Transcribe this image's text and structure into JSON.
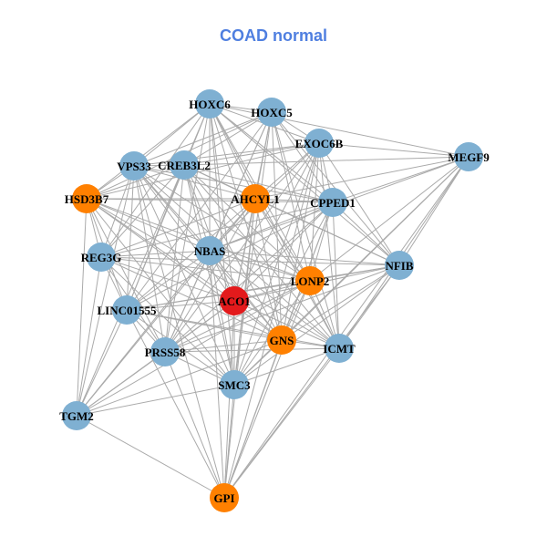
{
  "title": "COAD normal",
  "colors": {
    "title": "#4f7fe0",
    "edge": "#aaaaaa",
    "default_node": "#7fb0d2",
    "highlight_node": "#ff8000",
    "focus_node": "#e31a1c"
  },
  "nodes": [
    {
      "id": "HOXC6",
      "label": "HOXC6",
      "color": "#7fb0d2"
    },
    {
      "id": "HOXC5",
      "label": "HOXC5",
      "color": "#7fb0d2"
    },
    {
      "id": "EXOC6B",
      "label": "EXOC6B",
      "color": "#7fb0d2"
    },
    {
      "id": "MEGF9",
      "label": "MEGF9",
      "color": "#7fb0d2"
    },
    {
      "id": "VPS33",
      "label": "VPS33",
      "color": "#7fb0d2"
    },
    {
      "id": "CREB3L2",
      "label": "CREB3L2",
      "color": "#7fb0d2"
    },
    {
      "id": "HSD3B7",
      "label": "HSD3B7",
      "color": "#ff8000"
    },
    {
      "id": "AHCYL1",
      "label": "AHCYL1",
      "color": "#ff8000"
    },
    {
      "id": "CPPED1",
      "label": "CPPED1",
      "color": "#7fb0d2"
    },
    {
      "id": "REG3G",
      "label": "REG3G",
      "color": "#7fb0d2"
    },
    {
      "id": "NBAS",
      "label": "NBAS",
      "color": "#7fb0d2"
    },
    {
      "id": "NFIB",
      "label": "NFIB",
      "color": "#7fb0d2"
    },
    {
      "id": "LONP2",
      "label": "LONP2",
      "color": "#ff8000"
    },
    {
      "id": "ACO1",
      "label": "ACO1",
      "color": "#e31a1c"
    },
    {
      "id": "LINC01555",
      "label": "LINC01555",
      "color": "#7fb0d2"
    },
    {
      "id": "GNS",
      "label": "GNS",
      "color": "#ff8000"
    },
    {
      "id": "ICMT",
      "label": "ICMT",
      "color": "#7fb0d2"
    },
    {
      "id": "PRSS58",
      "label": "PRSS58",
      "color": "#7fb0d2"
    },
    {
      "id": "SMC3",
      "label": "SMC3",
      "color": "#7fb0d2"
    },
    {
      "id": "TGM2",
      "label": "TGM2",
      "color": "#7fb0d2"
    },
    {
      "id": "GPI",
      "label": "GPI",
      "color": "#ff8000"
    }
  ],
  "edges": [
    [
      "HOXC6",
      "HOXC5"
    ],
    [
      "HOXC6",
      "EXOC6B"
    ],
    [
      "HOXC6",
      "MEGF9"
    ],
    [
      "HOXC6",
      "VPS33"
    ],
    [
      "HOXC6",
      "CREB3L2"
    ],
    [
      "HOXC6",
      "HSD3B7"
    ],
    [
      "HOXC6",
      "AHCYL1"
    ],
    [
      "HOXC6",
      "CPPED1"
    ],
    [
      "HOXC6",
      "REG3G"
    ],
    [
      "HOXC6",
      "NBAS"
    ],
    [
      "HOXC6",
      "NFIB"
    ],
    [
      "HOXC6",
      "LONP2"
    ],
    [
      "HOXC6",
      "ACO1"
    ],
    [
      "HOXC6",
      "LINC01555"
    ],
    [
      "HOXC6",
      "GNS"
    ],
    [
      "HOXC6",
      "ICMT"
    ],
    [
      "HOXC6",
      "PRSS58"
    ],
    [
      "HOXC6",
      "SMC3"
    ],
    [
      "HOXC5",
      "EXOC6B"
    ],
    [
      "HOXC5",
      "VPS33"
    ],
    [
      "HOXC5",
      "CREB3L2"
    ],
    [
      "HOXC5",
      "HSD3B7"
    ],
    [
      "HOXC5",
      "AHCYL1"
    ],
    [
      "HOXC5",
      "CPPED1"
    ],
    [
      "HOXC5",
      "NBAS"
    ],
    [
      "HOXC5",
      "NFIB"
    ],
    [
      "HOXC5",
      "LONP2"
    ],
    [
      "HOXC5",
      "ACO1"
    ],
    [
      "HOXC5",
      "GNS"
    ],
    [
      "HOXC5",
      "ICMT"
    ],
    [
      "HOXC5",
      "PRSS58"
    ],
    [
      "HOXC5",
      "SMC3"
    ],
    [
      "HOXC5",
      "LINC01555"
    ],
    [
      "EXOC6B",
      "MEGF9"
    ],
    [
      "EXOC6B",
      "VPS33"
    ],
    [
      "EXOC6B",
      "CREB3L2"
    ],
    [
      "EXOC6B",
      "HSD3B7"
    ],
    [
      "EXOC6B",
      "AHCYL1"
    ],
    [
      "EXOC6B",
      "CPPED1"
    ],
    [
      "EXOC6B",
      "NBAS"
    ],
    [
      "EXOC6B",
      "NFIB"
    ],
    [
      "EXOC6B",
      "LONP2"
    ],
    [
      "EXOC6B",
      "ACO1"
    ],
    [
      "EXOC6B",
      "GNS"
    ],
    [
      "EXOC6B",
      "ICMT"
    ],
    [
      "EXOC6B",
      "PRSS58"
    ],
    [
      "EXOC6B",
      "SMC3"
    ],
    [
      "EXOC6B",
      "GPI"
    ],
    [
      "MEGF9",
      "CREB3L2"
    ],
    [
      "MEGF9",
      "AHCYL1"
    ],
    [
      "MEGF9",
      "CPPED1"
    ],
    [
      "MEGF9",
      "NBAS"
    ],
    [
      "MEGF9",
      "NFIB"
    ],
    [
      "MEGF9",
      "LONP2"
    ],
    [
      "MEGF9",
      "GNS"
    ],
    [
      "MEGF9",
      "ICMT"
    ],
    [
      "MEGF9",
      "SMC3"
    ],
    [
      "MEGF9",
      "GPI"
    ],
    [
      "VPS33",
      "CREB3L2"
    ],
    [
      "VPS33",
      "HSD3B7"
    ],
    [
      "VPS33",
      "AHCYL1"
    ],
    [
      "VPS33",
      "CPPED1"
    ],
    [
      "VPS33",
      "REG3G"
    ],
    [
      "VPS33",
      "NBAS"
    ],
    [
      "VPS33",
      "LONP2"
    ],
    [
      "VPS33",
      "ACO1"
    ],
    [
      "VPS33",
      "LINC01555"
    ],
    [
      "VPS33",
      "GNS"
    ],
    [
      "VPS33",
      "ICMT"
    ],
    [
      "VPS33",
      "PRSS58"
    ],
    [
      "VPS33",
      "SMC3"
    ],
    [
      "VPS33",
      "TGM2"
    ],
    [
      "VPS33",
      "GPI"
    ],
    [
      "CREB3L2",
      "HSD3B7"
    ],
    [
      "CREB3L2",
      "AHCYL1"
    ],
    [
      "CREB3L2",
      "CPPED1"
    ],
    [
      "CREB3L2",
      "REG3G"
    ],
    [
      "CREB3L2",
      "NBAS"
    ],
    [
      "CREB3L2",
      "NFIB"
    ],
    [
      "CREB3L2",
      "LONP2"
    ],
    [
      "CREB3L2",
      "ACO1"
    ],
    [
      "CREB3L2",
      "LINC01555"
    ],
    [
      "CREB3L2",
      "GNS"
    ],
    [
      "CREB3L2",
      "ICMT"
    ],
    [
      "CREB3L2",
      "PRSS58"
    ],
    [
      "CREB3L2",
      "SMC3"
    ],
    [
      "CREB3L2",
      "TGM2"
    ],
    [
      "HSD3B7",
      "AHCYL1"
    ],
    [
      "HSD3B7",
      "CPPED1"
    ],
    [
      "HSD3B7",
      "REG3G"
    ],
    [
      "HSD3B7",
      "NBAS"
    ],
    [
      "HSD3B7",
      "LONP2"
    ],
    [
      "HSD3B7",
      "ACO1"
    ],
    [
      "HSD3B7",
      "LINC01555"
    ],
    [
      "HSD3B7",
      "GNS"
    ],
    [
      "HSD3B7",
      "PRSS58"
    ],
    [
      "HSD3B7",
      "SMC3"
    ],
    [
      "HSD3B7",
      "TGM2"
    ],
    [
      "HSD3B7",
      "ICMT"
    ],
    [
      "AHCYL1",
      "CPPED1"
    ],
    [
      "AHCYL1",
      "REG3G"
    ],
    [
      "AHCYL1",
      "NBAS"
    ],
    [
      "AHCYL1",
      "NFIB"
    ],
    [
      "AHCYL1",
      "LONP2"
    ],
    [
      "AHCYL1",
      "ACO1"
    ],
    [
      "AHCYL1",
      "LINC01555"
    ],
    [
      "AHCYL1",
      "GNS"
    ],
    [
      "AHCYL1",
      "ICMT"
    ],
    [
      "AHCYL1",
      "PRSS58"
    ],
    [
      "AHCYL1",
      "SMC3"
    ],
    [
      "AHCYL1",
      "TGM2"
    ],
    [
      "AHCYL1",
      "GPI"
    ],
    [
      "CPPED1",
      "REG3G"
    ],
    [
      "CPPED1",
      "NBAS"
    ],
    [
      "CPPED1",
      "NFIB"
    ],
    [
      "CPPED1",
      "LONP2"
    ],
    [
      "CPPED1",
      "ACO1"
    ],
    [
      "CPPED1",
      "LINC01555"
    ],
    [
      "CPPED1",
      "GNS"
    ],
    [
      "CPPED1",
      "ICMT"
    ],
    [
      "CPPED1",
      "PRSS58"
    ],
    [
      "CPPED1",
      "SMC3"
    ],
    [
      "CPPED1",
      "GPI"
    ],
    [
      "REG3G",
      "NBAS"
    ],
    [
      "REG3G",
      "LONP2"
    ],
    [
      "REG3G",
      "ACO1"
    ],
    [
      "REG3G",
      "LINC01555"
    ],
    [
      "REG3G",
      "GNS"
    ],
    [
      "REG3G",
      "PRSS58"
    ],
    [
      "REG3G",
      "SMC3"
    ],
    [
      "REG3G",
      "TGM2"
    ],
    [
      "REG3G",
      "NFIB"
    ],
    [
      "NBAS",
      "NFIB"
    ],
    [
      "NBAS",
      "LONP2"
    ],
    [
      "NBAS",
      "ACO1"
    ],
    [
      "NBAS",
      "LINC01555"
    ],
    [
      "NBAS",
      "GNS"
    ],
    [
      "NBAS",
      "ICMT"
    ],
    [
      "NBAS",
      "PRSS58"
    ],
    [
      "NBAS",
      "SMC3"
    ],
    [
      "NBAS",
      "TGM2"
    ],
    [
      "NBAS",
      "GPI"
    ],
    [
      "NFIB",
      "LONP2"
    ],
    [
      "NFIB",
      "ACO1"
    ],
    [
      "NFIB",
      "GNS"
    ],
    [
      "NFIB",
      "ICMT"
    ],
    [
      "NFIB",
      "PRSS58"
    ],
    [
      "NFIB",
      "SMC3"
    ],
    [
      "NFIB",
      "GPI"
    ],
    [
      "NFIB",
      "LINC01555"
    ],
    [
      "LONP2",
      "ACO1"
    ],
    [
      "LONP2",
      "LINC01555"
    ],
    [
      "LONP2",
      "GNS"
    ],
    [
      "LONP2",
      "ICMT"
    ],
    [
      "LONP2",
      "PRSS58"
    ],
    [
      "LONP2",
      "SMC3"
    ],
    [
      "LONP2",
      "TGM2"
    ],
    [
      "LONP2",
      "GPI"
    ],
    [
      "ACO1",
      "LINC01555"
    ],
    [
      "ACO1",
      "GNS"
    ],
    [
      "ACO1",
      "ICMT"
    ],
    [
      "ACO1",
      "PRSS58"
    ],
    [
      "ACO1",
      "SMC3"
    ],
    [
      "ACO1",
      "TGM2"
    ],
    [
      "ACO1",
      "GPI"
    ],
    [
      "LINC01555",
      "GNS"
    ],
    [
      "LINC01555",
      "ICMT"
    ],
    [
      "LINC01555",
      "PRSS58"
    ],
    [
      "LINC01555",
      "SMC3"
    ],
    [
      "LINC01555",
      "TGM2"
    ],
    [
      "LINC01555",
      "GPI"
    ],
    [
      "GNS",
      "ICMT"
    ],
    [
      "GNS",
      "PRSS58"
    ],
    [
      "GNS",
      "SMC3"
    ],
    [
      "GNS",
      "TGM2"
    ],
    [
      "GNS",
      "GPI"
    ],
    [
      "ICMT",
      "PRSS58"
    ],
    [
      "ICMT",
      "SMC3"
    ],
    [
      "ICMT",
      "GPI"
    ],
    [
      "PRSS58",
      "SMC3"
    ],
    [
      "PRSS58",
      "TGM2"
    ],
    [
      "PRSS58",
      "GPI"
    ],
    [
      "SMC3",
      "TGM2"
    ],
    [
      "SMC3",
      "GPI"
    ],
    [
      "TGM2",
      "GPI"
    ]
  ]
}
